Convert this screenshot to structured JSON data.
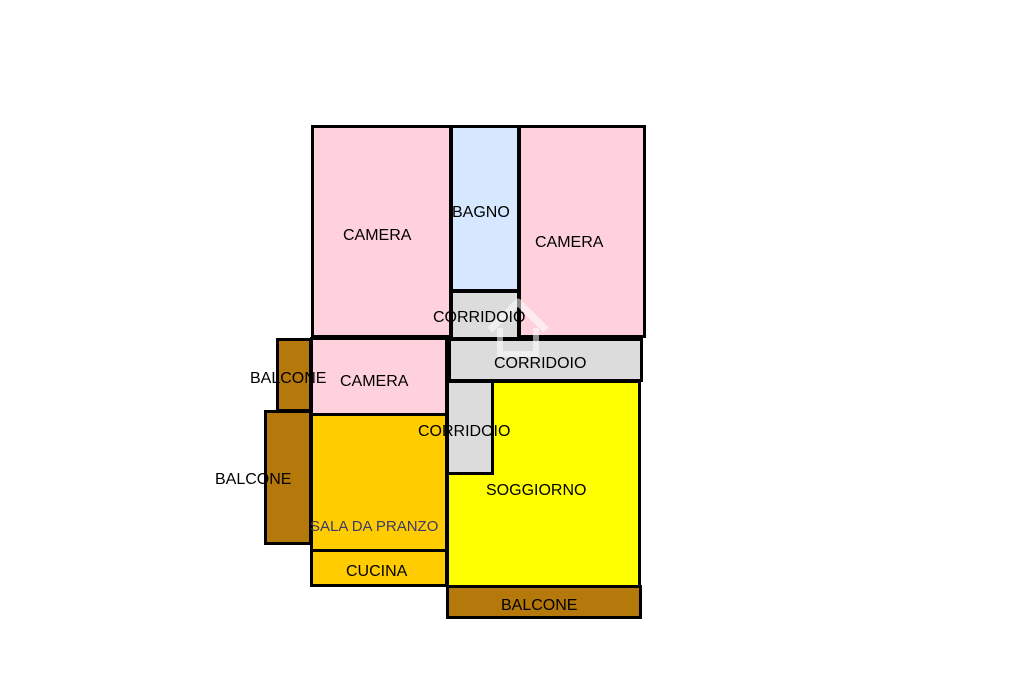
{
  "colors": {
    "camera": "#ffd1dc",
    "bagno": "#d5e8ff",
    "corridoio": "#dcdcdc",
    "soggiorno": "#ffff00",
    "sala": "#ffcc00",
    "balcone": "#b5780a",
    "wall": "#000000"
  },
  "rooms": {
    "camera_top_left": "CAMERA",
    "bagno": "BAGNO",
    "camera_top_right": "CAMERA",
    "corridoio_small": "CORRIDOIO",
    "corridoio_horizontal": "CORRIDOIO",
    "camera_middle": "CAMERA",
    "balcone_upper_left": "BALCONE",
    "corridoio_vertical": "CORRIDOIO",
    "balcone_lower_left": "BALCONE",
    "soggiorno": "SOGGIORNO",
    "sala_da_pranzo": "SALA DA PRANZO",
    "cucina": "CUCINA",
    "balcone_bottom": "BALCONE"
  },
  "watermark_icon": "house-watermark-icon"
}
